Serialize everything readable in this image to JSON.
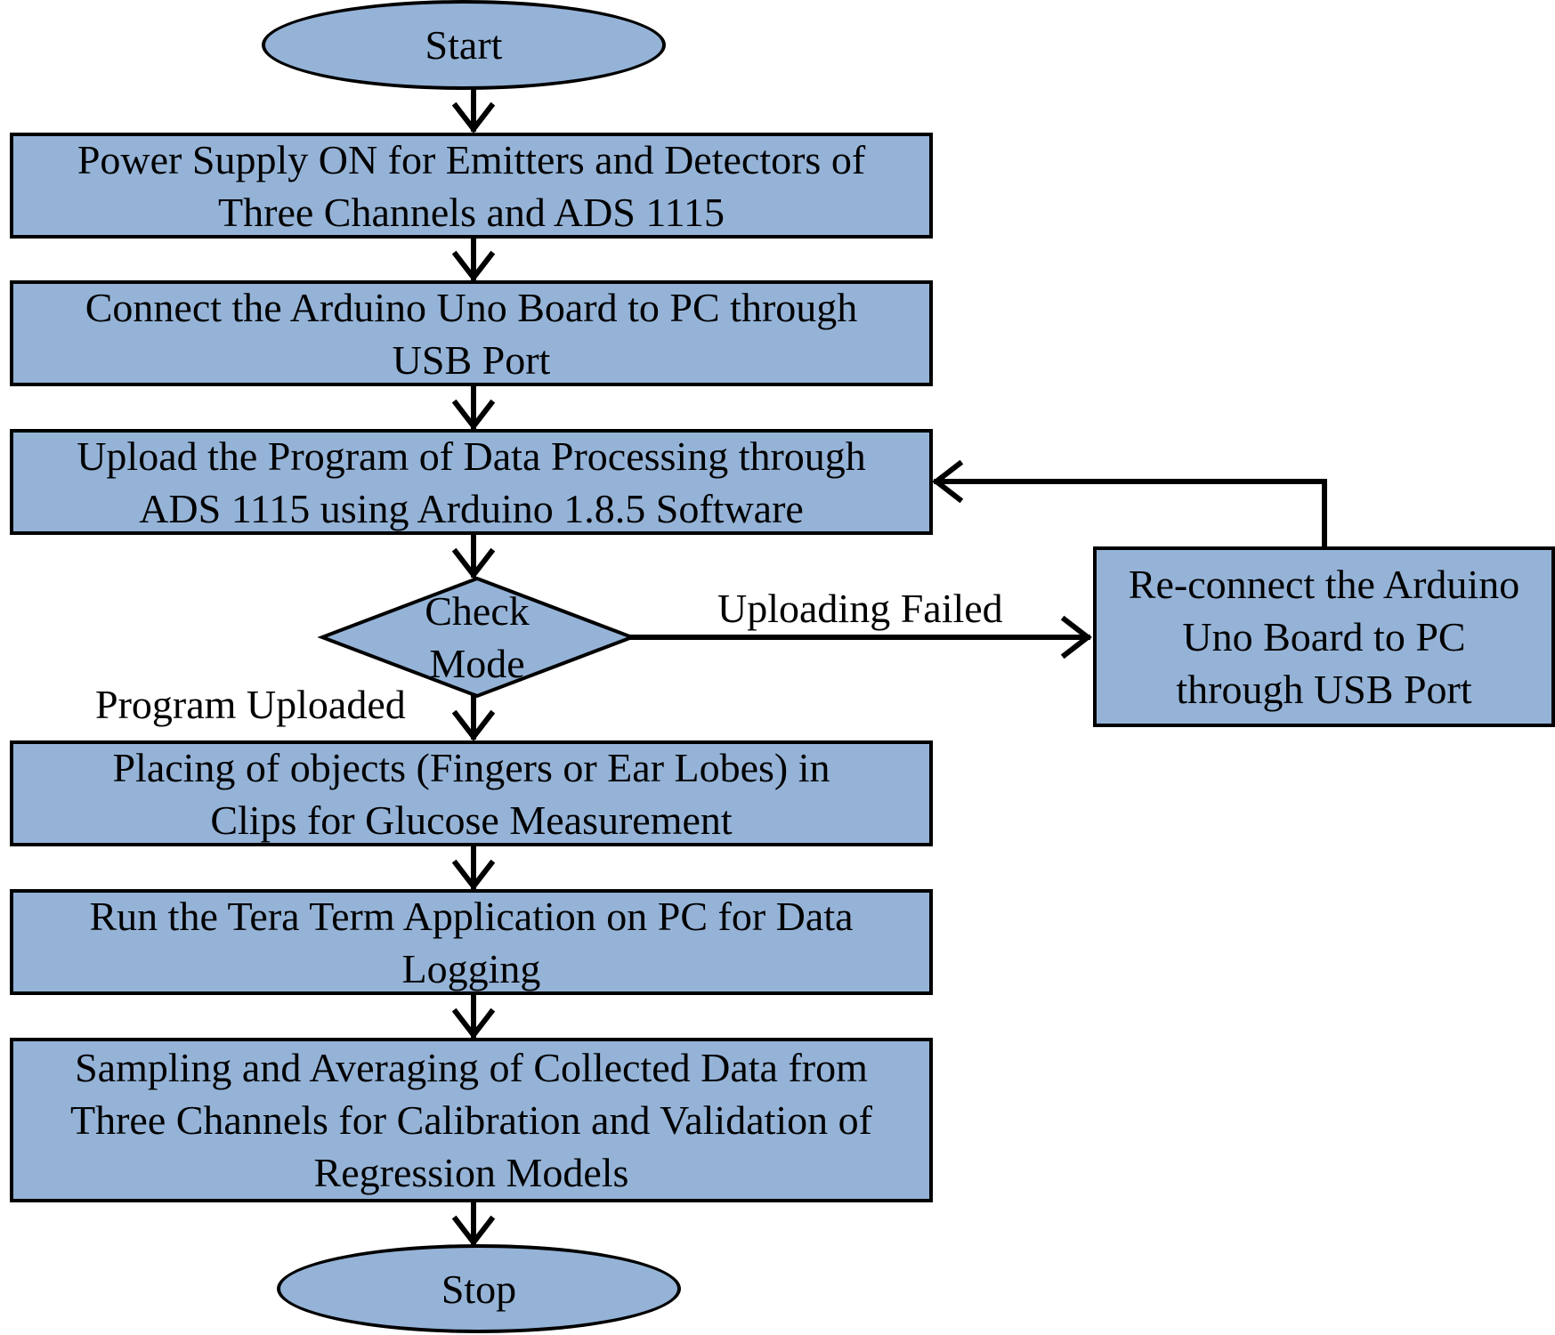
{
  "colors": {
    "node_fill": "#95b3d7",
    "stroke": "#000000",
    "background": "#ffffff"
  },
  "nodes": {
    "start": "Start",
    "power_supply": "Power Supply ON for Emitters and Detectors of Three Channels and ADS 1115",
    "connect_board": "Connect the Arduino Uno Board to PC through USB Port",
    "upload_program": "Upload the Program of Data Processing through ADS 1115 using Arduino 1.8.5 Software",
    "check_mode": "Check Mode",
    "reconnect_board": "Re-connect the Arduino Uno Board to PC through USB Port",
    "placing_objects": "Placing of objects (Fingers or Ear Lobes) in Clips for Glucose Measurement",
    "run_tera_term": "Run the Tera Term Application on PC for Data Logging",
    "sampling_averaging": "Sampling and Averaging of Collected Data from Three Channels for Calibration and Validation of Regression Models",
    "stop": "Stop"
  },
  "edge_labels": {
    "uploading_failed": "Uploading Failed",
    "program_uploaded": "Program Uploaded"
  }
}
